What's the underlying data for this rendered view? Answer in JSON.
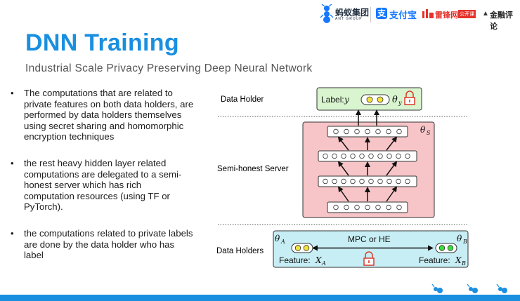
{
  "header": {
    "ant_group_cn": "蚂蚁集团",
    "ant_group_en": "ANT GROUP",
    "alipay": "支付宝",
    "leifeng": "雷锋网",
    "leifeng_badge": "公开课",
    "jinrong": "金融评论"
  },
  "title": "DNN Training",
  "subtitle": "Industrial Scale Privacy Preserving Deep Neural Network",
  "bullets": [
    "The computations that are related to private features on both data holders, are performed by data holders themselves using secret sharing and homomorphic encryption techniques",
    "the rest heavy hidden layer related computations are delegated to a semi-honest server which has rich computation resources (using TF or PyTorch).",
    "the computations related to private labels are done by the data holder who has label"
  ],
  "diagram": {
    "data_holder_label": "Data Holder",
    "server_label": "Semi-honest Server",
    "data_holders_label": "Data Holders",
    "label_box_prefix": "Label:",
    "label_y": "y",
    "theta": "θ",
    "sub_y": "y",
    "sub_S": "S",
    "sub_A": "A",
    "sub_B": "B",
    "mpc_label": "MPC or HE",
    "feature_prefix": "Feature:",
    "x_var": "X",
    "colors": {
      "label_box": "#d9f5cf",
      "server_box": "#f7c5c8",
      "holders_box": "#c7eef4",
      "yellow": "#f5e23a",
      "green": "#3ddc3d",
      "lock": "#d93b2b"
    }
  },
  "icons": [
    "ant-logo-icon",
    "alipay-icon",
    "leifeng-icon",
    "lock-icon",
    "ant-mascot-icon"
  ]
}
